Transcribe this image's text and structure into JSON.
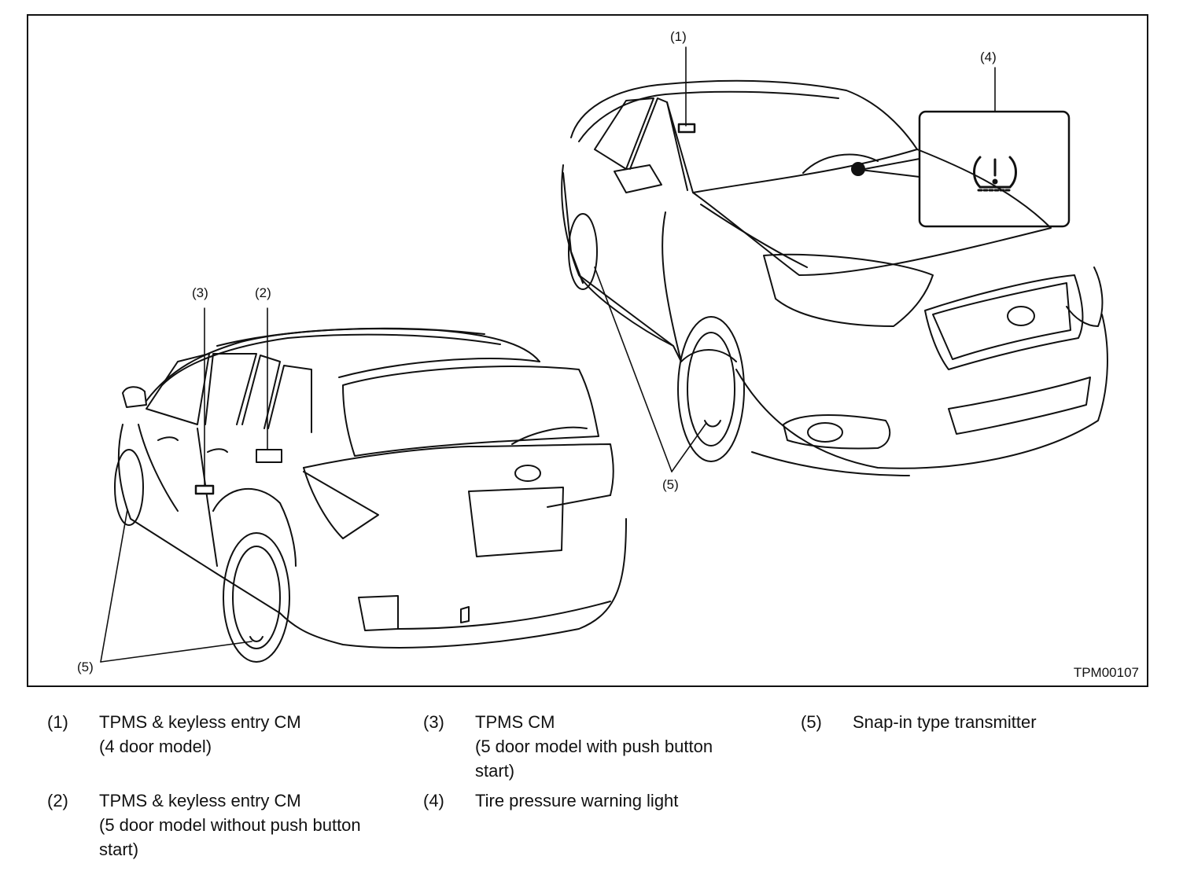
{
  "figure": {
    "code": "TPM00107",
    "callouts": {
      "c1": "(1)",
      "c2": "(2)",
      "c3": "(3)",
      "c4": "(4)",
      "c5a": "(5)",
      "c5b": "(5)"
    }
  },
  "legend": [
    {
      "num": "(1)",
      "lines": [
        "TPMS & keyless entry CM",
        "(4 door model)"
      ]
    },
    {
      "num": "(2)",
      "lines": [
        "TPMS & keyless entry CM",
        "(5 door model without push button",
        "start)"
      ]
    },
    {
      "num": "(3)",
      "lines": [
        "TPMS CM",
        "(5 door model with push button",
        "start)"
      ]
    },
    {
      "num": "(4)",
      "lines": [
        "Tire pressure warning light"
      ]
    },
    {
      "num": "(5)",
      "lines": [
        "Snap-in type transmitter"
      ]
    }
  ]
}
